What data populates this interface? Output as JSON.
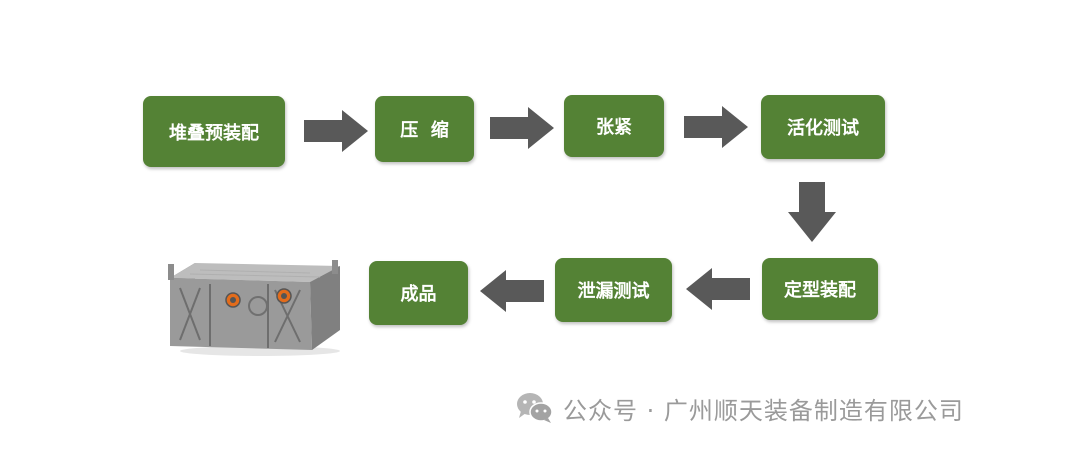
{
  "process": {
    "steps": [
      "堆叠预装配",
      "压  缩",
      "张紧",
      "活化测试",
      "定型装配",
      "泄漏测试",
      "成品"
    ]
  },
  "watermark": {
    "icon": "wechat-icon",
    "text": "公众号 · 广州顺天装备制造有限公司"
  },
  "colors": {
    "box": "#548235",
    "arrow": "#595959",
    "watermark": "#9a9a9a"
  }
}
